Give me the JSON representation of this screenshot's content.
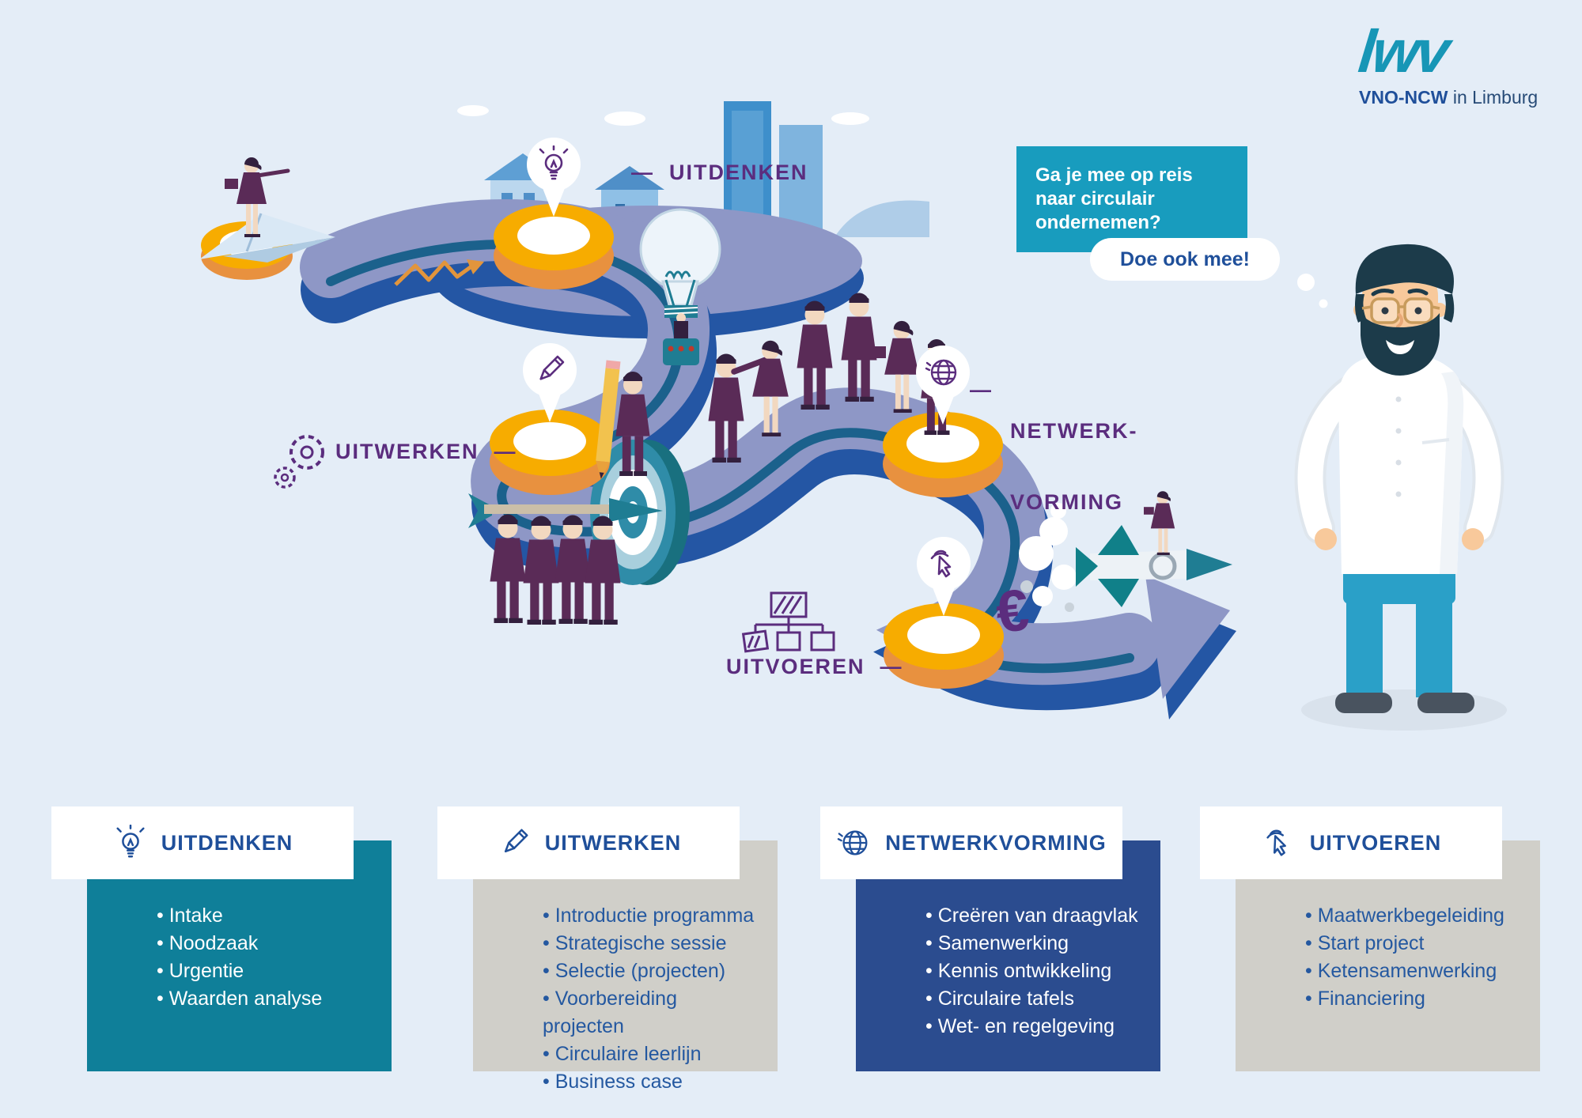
{
  "logo": {
    "mark": "lwv",
    "org": "VNO-NCW",
    "location": " in Limburg"
  },
  "speech": {
    "question": "Ga je mee op reis naar circulair ondernemen?",
    "cta": "Doe ook mee!"
  },
  "journey": {
    "stops": [
      {
        "label": "UITDENKEN",
        "display": "—  UITDENKEN",
        "pin_icon": "lightbulb-icon"
      },
      {
        "label": "UITWERKEN",
        "display": "UITWERKEN  —",
        "pin_icon": "pencil-icon"
      },
      {
        "label": "NETWERKVORMING",
        "line1": "NETWERK-",
        "line2": "VORMING",
        "dash": "—",
        "pin_icon": "globe-icon"
      },
      {
        "label": "UITVOEREN",
        "display": "UITVOEREN  —",
        "pin_icon": "click-hand-icon"
      }
    ]
  },
  "cards": [
    {
      "title": "UITDENKEN",
      "icon": "lightbulb-icon",
      "body_color": "#0F7F99",
      "items": [
        "Intake",
        "Noodzaak",
        "Urgentie",
        "Waarden analyse"
      ]
    },
    {
      "title": "UITWERKEN",
      "icon": "pencil-icon",
      "body_color": "#D0CFC9",
      "items": [
        "Introductie programma",
        "Strategische sessie",
        "Selectie (projecten)",
        "Voorbereiding projecten",
        "Circulaire leerlijn",
        "Business case"
      ]
    },
    {
      "title": "NETWERKVORMING",
      "icon": "globe-icon",
      "body_color": "#2B4C8F",
      "items": [
        "Creëren van draagvlak",
        "Samenwerking",
        "Kennis ontwikkeling",
        "Circulaire tafels",
        "Wet- en regelgeving"
      ]
    },
    {
      "title": "UITVOEREN",
      "icon": "click-hand-icon",
      "body_color": "#D0CFC9",
      "items": [
        "Maatwerkbegeleiding",
        "Start project",
        "Ketensamenwerking",
        "Financiering"
      ]
    }
  ],
  "colors": {
    "background": "#E4EDF7",
    "speech_teal": "#189CBE",
    "title_blue": "#1F4F9A",
    "item_blue": "#2458A0",
    "label_purple": "#5B2D7E",
    "road_top": "#8E97C6",
    "road_edge": "#2456A4",
    "road_stripe": "#1B618C",
    "milestone_gold": "#F7AC00",
    "milestone_side": "#E8913F",
    "card_teal": "#0F7F99",
    "card_gray": "#D0CFC9",
    "card_blue": "#2B4C8F",
    "logo_teal": "#1796B6"
  }
}
